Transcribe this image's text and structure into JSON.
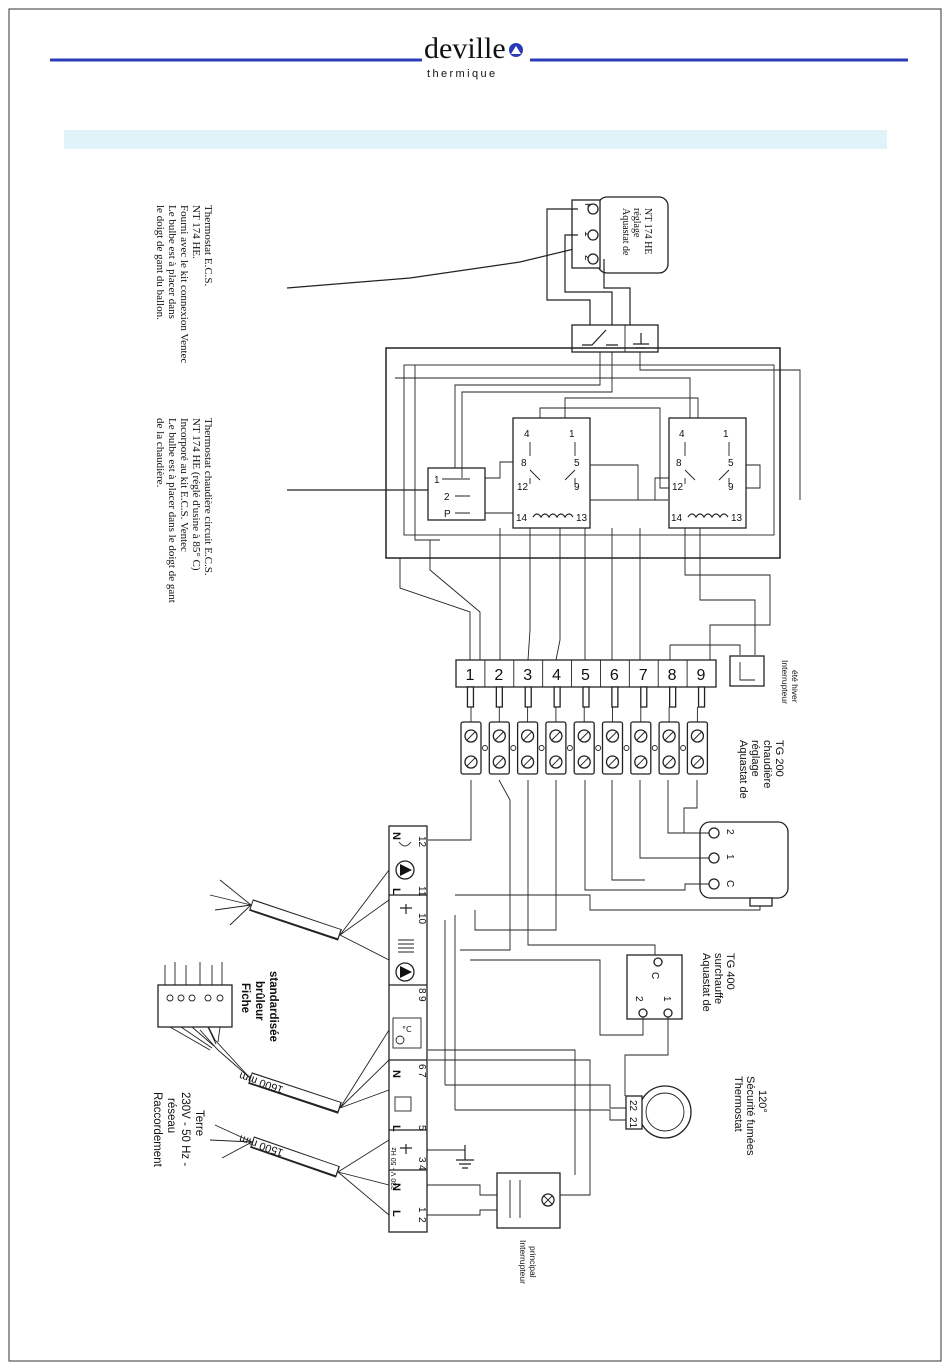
{
  "header": {
    "brand_name": "deville",
    "brand_subtitle": "thermique",
    "rule_color": "#2b3bb8",
    "band_color": "#dff3f8"
  },
  "labels": {
    "thermostat_ecs": [
      "Thermostat E.C.S.",
      "NT 174 HE.",
      "Fourni avec le kit connexion Ventec",
      "Le bulbe est à placer dans",
      "le doigt de gant du ballon."
    ],
    "thermostat_chaudiere": [
      "Thermostat chaudière circuit E.C.S.",
      "NT 174 HE (réglé d'usine à 85° C)",
      "Incorporé au kit E.C.S. Ventec",
      "Le bulbe est à placer dans le doigt de gant",
      "de la chaudière."
    ],
    "aquastat_reglage_top": [
      "Aquastat de",
      "réglage",
      "NT 174 HE"
    ],
    "interrupteur_ete_hiver": [
      "Interrupteur",
      "été hiver"
    ],
    "aquastat_tg200": [
      "Aquastat de",
      "réglage",
      "chaudière",
      "TG 200"
    ],
    "aquastat_tg400": [
      "Aquastat de",
      "surchauffe",
      "TG 400"
    ],
    "thermostat_fumees": [
      "Thermostat",
      "Sécurité fumées",
      "120°"
    ],
    "fiche_bruleur": [
      "Fiche",
      "brûleur",
      "standardisée"
    ],
    "raccordement": [
      "Raccordement",
      "réseau",
      "230V - 50 Hz -",
      "Terre"
    ],
    "interrupteur_principal": [
      "Interrupteur",
      "principal"
    ],
    "cable_1600": "1600 mm",
    "cable_1500": "1500 mm",
    "supply_label": "230 V - 50 Hz"
  },
  "terminal_strip": [
    "1",
    "2",
    "3",
    "4",
    "5",
    "6",
    "7",
    "8",
    "9"
  ],
  "relay_left": {
    "pins": [
      "4",
      "1",
      "8",
      "5",
      "12",
      "9",
      "14",
      "13"
    ]
  },
  "relay_right": {
    "pins": [
      "4",
      "1",
      "8",
      "5",
      "12",
      "9",
      "14",
      "13"
    ]
  },
  "thermostat_box_pins": [
    "1",
    "2",
    "P"
  ],
  "aquastat_top_pins": [
    "P",
    "1",
    "2"
  ],
  "tg200_pins": [
    "2",
    "1",
    "C"
  ],
  "tg400_pins": [
    "C",
    "2",
    "1"
  ],
  "fumees_pins": [
    "22",
    "21"
  ],
  "main_board": {
    "terminal_numbers": [
      "1",
      "2",
      "3",
      "4",
      "5",
      "6",
      "7",
      "8",
      "9",
      "10",
      "11",
      "12"
    ],
    "section_letters": [
      "L",
      "N",
      "L",
      "N",
      "L",
      "N"
    ]
  }
}
